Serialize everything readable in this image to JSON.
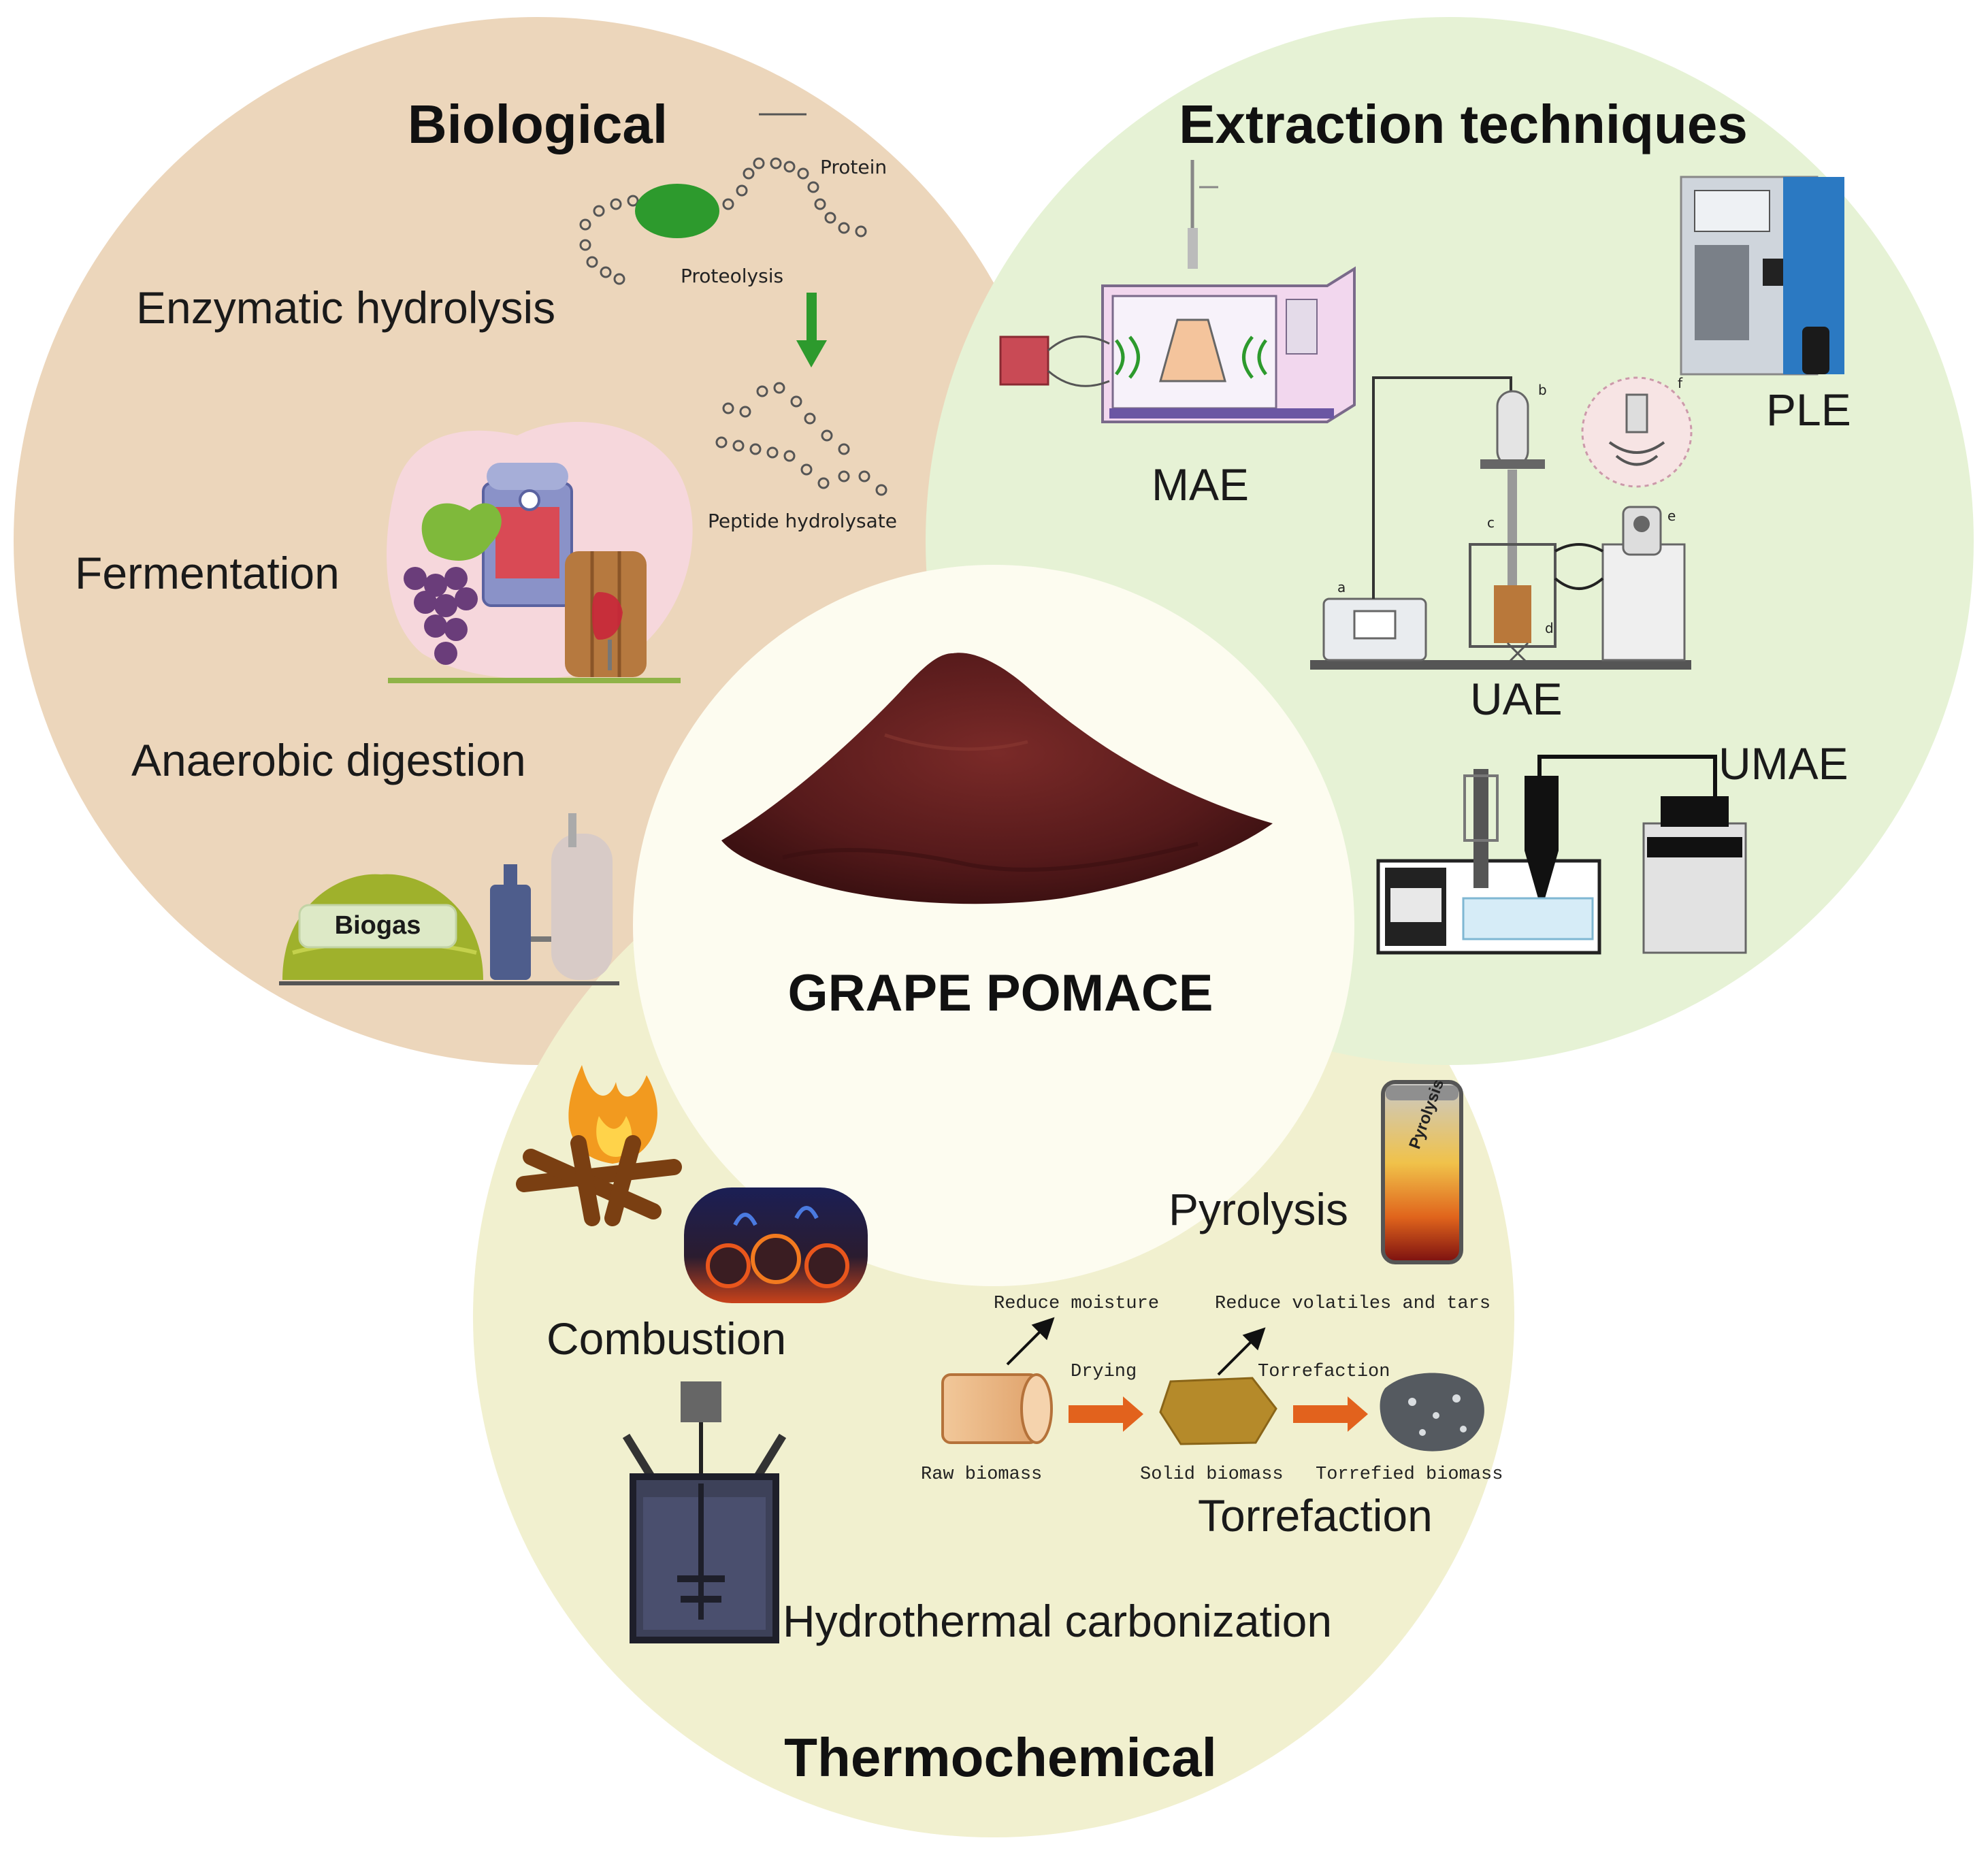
{
  "colors": {
    "biological_circle": "#ecd6bb",
    "extraction_circle": "#e6f2d5",
    "thermochemical_circle": "#f1f0cf",
    "center_circle": "#fdfcf0",
    "pomace": "#5a1c1c",
    "biogas_dome": "#9fb12c",
    "enzyme_green": "#2d9a2d",
    "arrow_orange": "#e2621d"
  },
  "center": {
    "label": "GRAPE POMACE"
  },
  "biological": {
    "title": "Biological",
    "methods": {
      "enzymatic": "Enzymatic hydrolysis",
      "fermentation": "Fermentation",
      "anaerobic": "Anaerobic digestion"
    },
    "figure": {
      "protein": "Protein",
      "proteolysis": "Proteolysis",
      "peptide": "Peptide hydrolysate",
      "biogas": "Biogas"
    }
  },
  "extraction": {
    "title": "Extraction techniques",
    "methods": {
      "mae": "MAE",
      "ple": "PLE",
      "uae": "UAE",
      "umae": "UMAE"
    },
    "part_letters": [
      "a",
      "b",
      "c",
      "d",
      "e",
      "f"
    ]
  },
  "thermochemical": {
    "title": "Thermochemical",
    "methods": {
      "combustion": "Combustion",
      "pyrolysis": "Pyrolysis",
      "torrefaction": "Torrefaction",
      "htc": "Hydrothermal carbonization"
    },
    "pyrolysis_canister_label": "Pyrolysis",
    "torrefaction_scheme": {
      "reduce_moisture": "Reduce moisture",
      "reduce_volatiles": "Reduce volatiles and tars",
      "drying": "Drying",
      "torrefaction_step": "Torrefaction",
      "raw_biomass": "Raw biomass",
      "solid_biomass": "Solid biomass",
      "torrefied_biomass": "Torrefied biomass"
    }
  }
}
